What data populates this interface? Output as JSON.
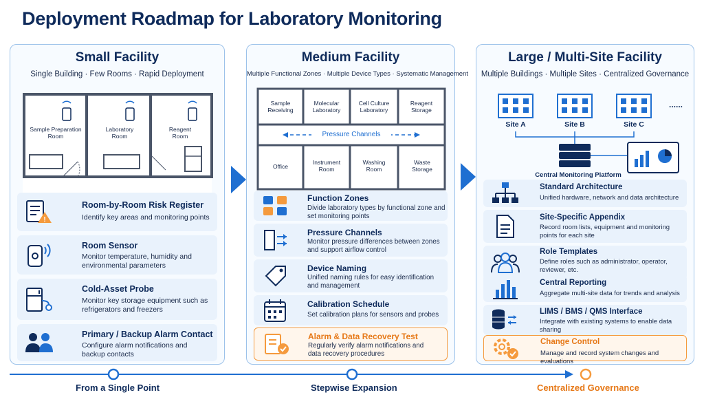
{
  "title": "Deployment Roadmap for Laboratory Monitoring",
  "columns": [
    {
      "title": "Small Facility",
      "subtitle": "Single Building · Few Rooms · Rapid Deployment",
      "rooms": [
        "Sample Preparation Room",
        "Laboratory Room",
        "Reagent Room"
      ],
      "cards": [
        {
          "title": "Room-by-Room Risk Register",
          "desc": "Identify key areas and monitoring points",
          "icon": "risk-register-icon"
        },
        {
          "title": "Room Sensor",
          "desc": "Monitor temperature, humidity and environmental parameters",
          "icon": "sensor-icon"
        },
        {
          "title": "Cold-Asset Probe",
          "desc": "Monitor key storage equipment such as refrigerators and freezers",
          "icon": "fridge-probe-icon"
        },
        {
          "title": "Primary / Backup Alarm Contact",
          "desc": "Configure alarm notifications and backup contacts",
          "icon": "contacts-icon"
        }
      ]
    },
    {
      "title": "Medium Facility",
      "subtitle": "Multiple Functional Zones · Multiple Device Types · Systematic Management",
      "rooms_top": [
        "Sample Receiving",
        "Molecular Laboratory",
        "Cell Culture Laboratory",
        "Reagent Storage"
      ],
      "rooms_bottom": [
        "Office",
        "Instrument Room",
        "Washing Room",
        "Waste Storage"
      ],
      "corridor": "Pressure Channels",
      "cards": [
        {
          "title": "Function Zones",
          "desc": "Divide laboratory types by functional zone and set monitoring points",
          "icon": "zones-icon"
        },
        {
          "title": "Pressure Channels",
          "desc": "Monitor pressure differences between zones and support airflow control",
          "icon": "door-arrows-icon"
        },
        {
          "title": "Device Naming",
          "desc": "Unified naming rules for easy identification and management",
          "icon": "tag-icon"
        },
        {
          "title": "Calibration Schedule",
          "desc": "Set calibration plans for sensors and probes",
          "icon": "calendar-icon"
        },
        {
          "title": "Alarm & Data Recovery Test",
          "desc": "Regularly verify alarm notifications and data recovery procedures",
          "icon": "checklist-icon"
        }
      ]
    },
    {
      "title": "Large / Multi-Site Facility",
      "subtitle": "Multiple Buildings · Multiple Sites · Centralized Governance",
      "sites": [
        "Site A",
        "Site B",
        "Site C"
      ],
      "ellipsis": "......",
      "platform": "Central Monitoring Platform",
      "cards": [
        {
          "title": "Standard Architecture",
          "desc": "Unified hardware, network and data architecture",
          "icon": "hierarchy-icon"
        },
        {
          "title": "Site-Specific Appendix",
          "desc": "Record room lists, equipment and monitoring points for each site",
          "icon": "document-icon"
        },
        {
          "title": "Role Templates",
          "desc": "Define roles such as administrator, operator, reviewer, etc.",
          "icon": "users-icon"
        },
        {
          "title": "Central Reporting",
          "desc": "Aggregate multi-site data for trends and analysis",
          "icon": "bar-chart-icon"
        },
        {
          "title": "LIMS / BMS / QMS Interface",
          "desc": "Integrate with existing systems to enable data sharing",
          "icon": "database-sync-icon"
        },
        {
          "title": "Change Control",
          "desc": "Manage and record system changes and evaluations",
          "icon": "gear-check-icon"
        }
      ]
    }
  ],
  "timeline": [
    "From a Single Point",
    "Stepwise Expansion",
    "Centralized Governance"
  ],
  "colors": {
    "navy": "#0f2b5b",
    "blue": "#1f6fd1",
    "orange": "#f59a3d",
    "card": "#e9f2fc"
  }
}
